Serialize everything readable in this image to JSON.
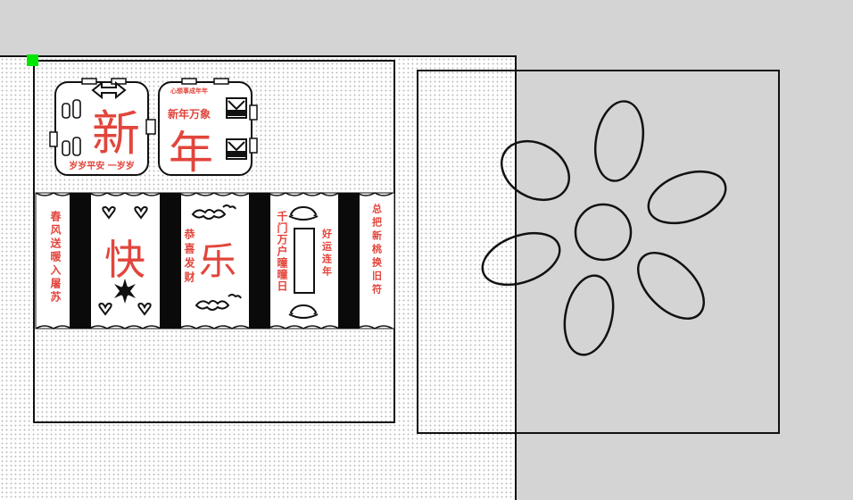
{
  "design": {
    "box_top_left": {
      "big_char": "新",
      "bottom_text": "岁岁平安 一岁岁"
    },
    "box_top_right": {
      "top_text": "心想事成年年",
      "subtitle": "新年万象",
      "big_char": "年"
    },
    "strip": {
      "col1": "春风送暖入屠苏",
      "big_char_kuai": "快",
      "col3": "恭喜发财",
      "big_char_le": "乐",
      "col5": "千门万户曈曈日",
      "col6": "好运连年",
      "col7": "总把新桃换旧符"
    }
  },
  "colors": {
    "accent_red": "#e2453c",
    "selection_handle": "#00e600",
    "workspace": "#d4d4d4"
  }
}
